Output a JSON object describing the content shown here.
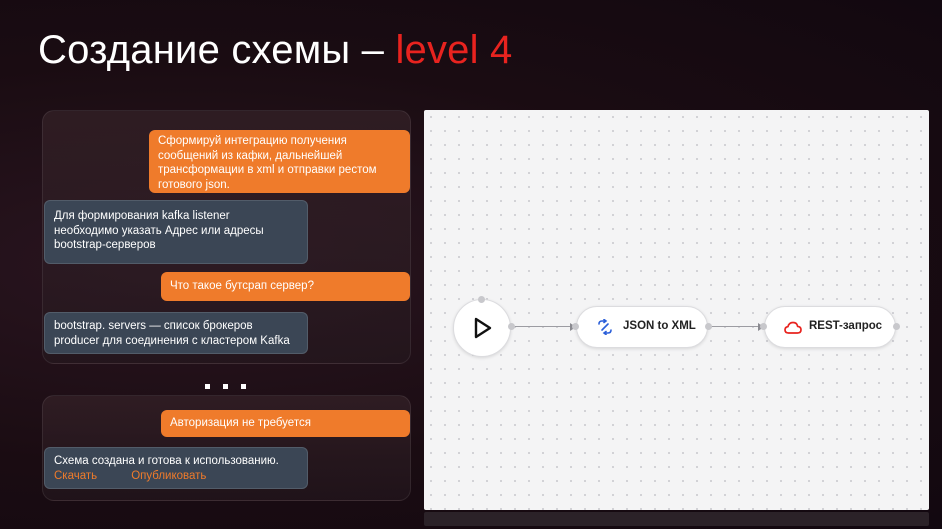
{
  "title": {
    "main": "Создание схемы – ",
    "accent": "level 4"
  },
  "chat": {
    "messages_top": [
      {
        "role": "user",
        "lines": [
          "Сформируй интеграцию получения",
          "сообщений из кафки, дальнейшей",
          "трансформации  в xml и отправки рестом",
          "готового json."
        ]
      },
      {
        "role": "bot",
        "lines": [
          "Для формирования kafka listener",
          "необходимо указать Адрес или адресы",
          "bootstrap-серверов"
        ]
      },
      {
        "role": "user",
        "lines": [
          "Что такое бутсрап сервер?"
        ]
      },
      {
        "role": "bot",
        "lines": [
          "bootstrap. servers — список брокеров",
          "producer для соединения с кластером Kafka"
        ]
      }
    ],
    "ellipsis": "• • •",
    "messages_bottom": [
      {
        "role": "user",
        "lines": [
          "Авторизация не требуется"
        ]
      },
      {
        "role": "bot",
        "lines": [
          "Схема создана и готова к использованию."
        ]
      }
    ],
    "actions": {
      "download": "Скачать",
      "publish": "Опубликовать"
    }
  },
  "canvas": {
    "nodes": {
      "start": {
        "icon": "play-icon"
      },
      "transform": {
        "label": "JSON to XML",
        "icon": "transform-icon"
      },
      "rest": {
        "label": "REST-запрос",
        "icon": "cloud-icon"
      }
    }
  },
  "colors": {
    "accent_red": "#e8231f",
    "user_bubble": "#ef7b2b",
    "bot_bubble": "#3b4655",
    "canvas_bg": "#f4f4f5"
  }
}
